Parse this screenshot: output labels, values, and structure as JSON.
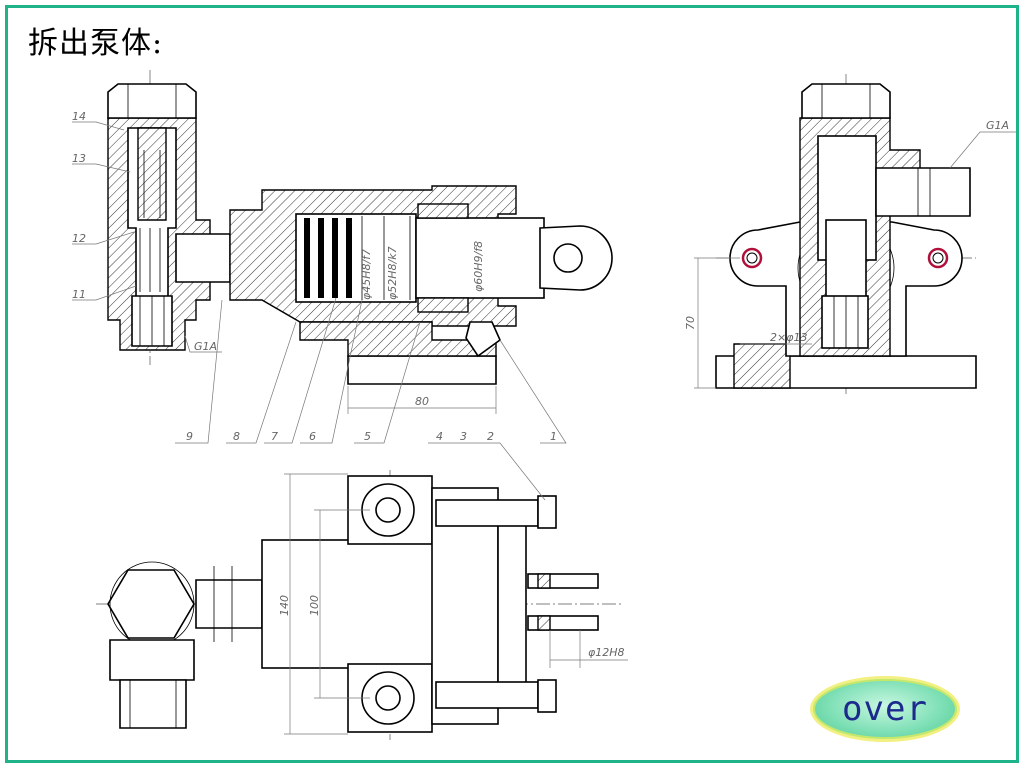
{
  "title": "拆出泵体:",
  "over_button": "over",
  "front_view": {
    "part_numbers": {
      "n14": "14",
      "n13": "13",
      "n12": "12",
      "n11": "11",
      "n9": "9",
      "n8": "8",
      "n7": "7",
      "n6": "6",
      "n5": "5",
      "n4": "4",
      "n3": "3",
      "n2": "2",
      "n1": "1"
    },
    "thread": "G1A",
    "fit_45": "φ45H8/f7",
    "fit_52": "φ52H8/k7",
    "fit_60": "φ60H9/f8",
    "dim_80": "80"
  },
  "side_view": {
    "thread": "G1A",
    "dim_70": "70",
    "holes": "2×φ13"
  },
  "top_view": {
    "dim_140": "140",
    "dim_100": "100",
    "fit_12": "φ12H8"
  },
  "colors": {
    "frame": "#1fb38a",
    "hole_ring": "#b0103a"
  }
}
